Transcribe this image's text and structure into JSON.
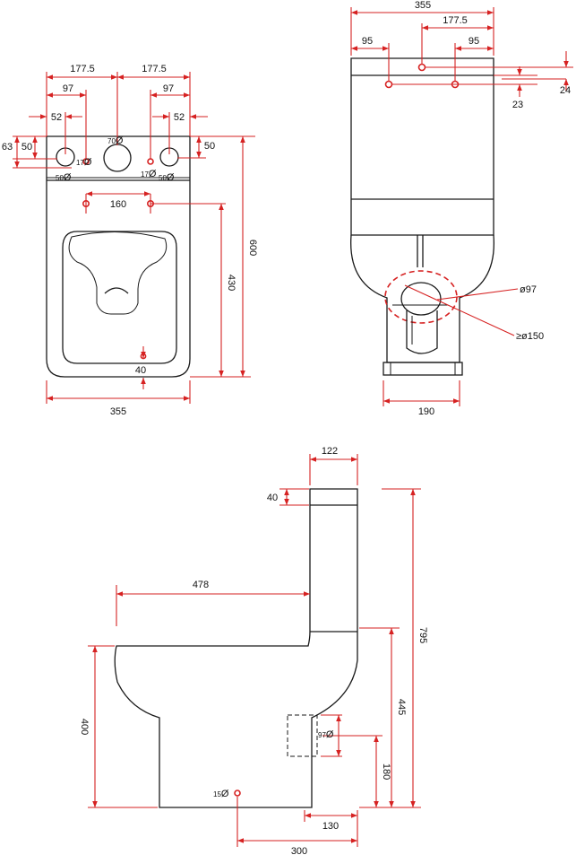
{
  "colors": {
    "dimension": "#d62222",
    "outline": "#1a1a1a",
    "background": "#ffffff"
  },
  "plan": {
    "half_centre_left": "177.5",
    "half_centre_right": "177.5",
    "hole_offset_left": "97",
    "hole_offset_right": "97",
    "edge_offset_left": "52",
    "edge_offset_right": "52",
    "rim_63": "63",
    "rim_50_left": "50",
    "rim_50_right": "50",
    "centre_hole_dia": "70",
    "small_hole_dia_left": "17",
    "small_hole_dia_right": "17",
    "large_hole_dia_left": "50",
    "large_hole_dia_right": "50",
    "fixing_spacing": "160",
    "fixing_depth": "430",
    "total_depth": "600",
    "front_edge": "40",
    "width": "355",
    "dia_symbol": "Ø"
  },
  "front": {
    "width": "355",
    "centre_offset": "177.5",
    "left_hole": "95",
    "right_hole": "95",
    "top_24": "24",
    "top_23": "23",
    "outlet_dia": "ø97",
    "pan_dia": "≥ø150",
    "foot_width": "190"
  },
  "side": {
    "cistern_depth": "122",
    "lid_height": "40",
    "projection": "478",
    "total_height": "795",
    "inlet_height": "445",
    "seat_height": "400",
    "outlet_dia": "97",
    "outlet_height": "180",
    "fix_dia": "15",
    "back_to_outlet": "130",
    "back_to_fix": "300",
    "dia_symbol": "Ø"
  }
}
